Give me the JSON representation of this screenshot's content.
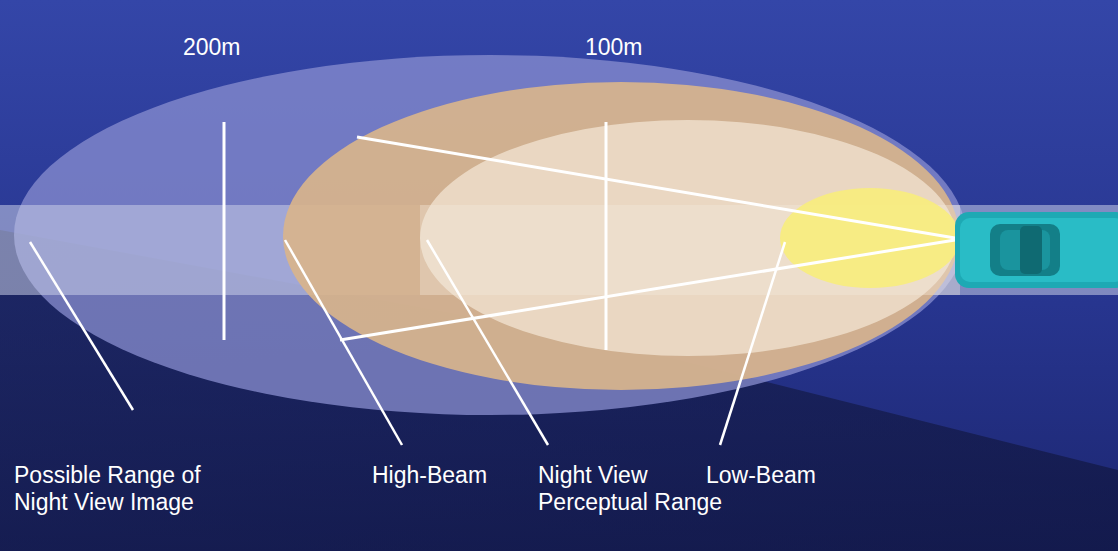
{
  "diagram": {
    "labels": [
      "200m",
      "100m",
      "Possible Range of Night View Image",
      "High-Beam",
      "Night View Perceptual Range",
      "Low-Beam"
    ]
  }
}
